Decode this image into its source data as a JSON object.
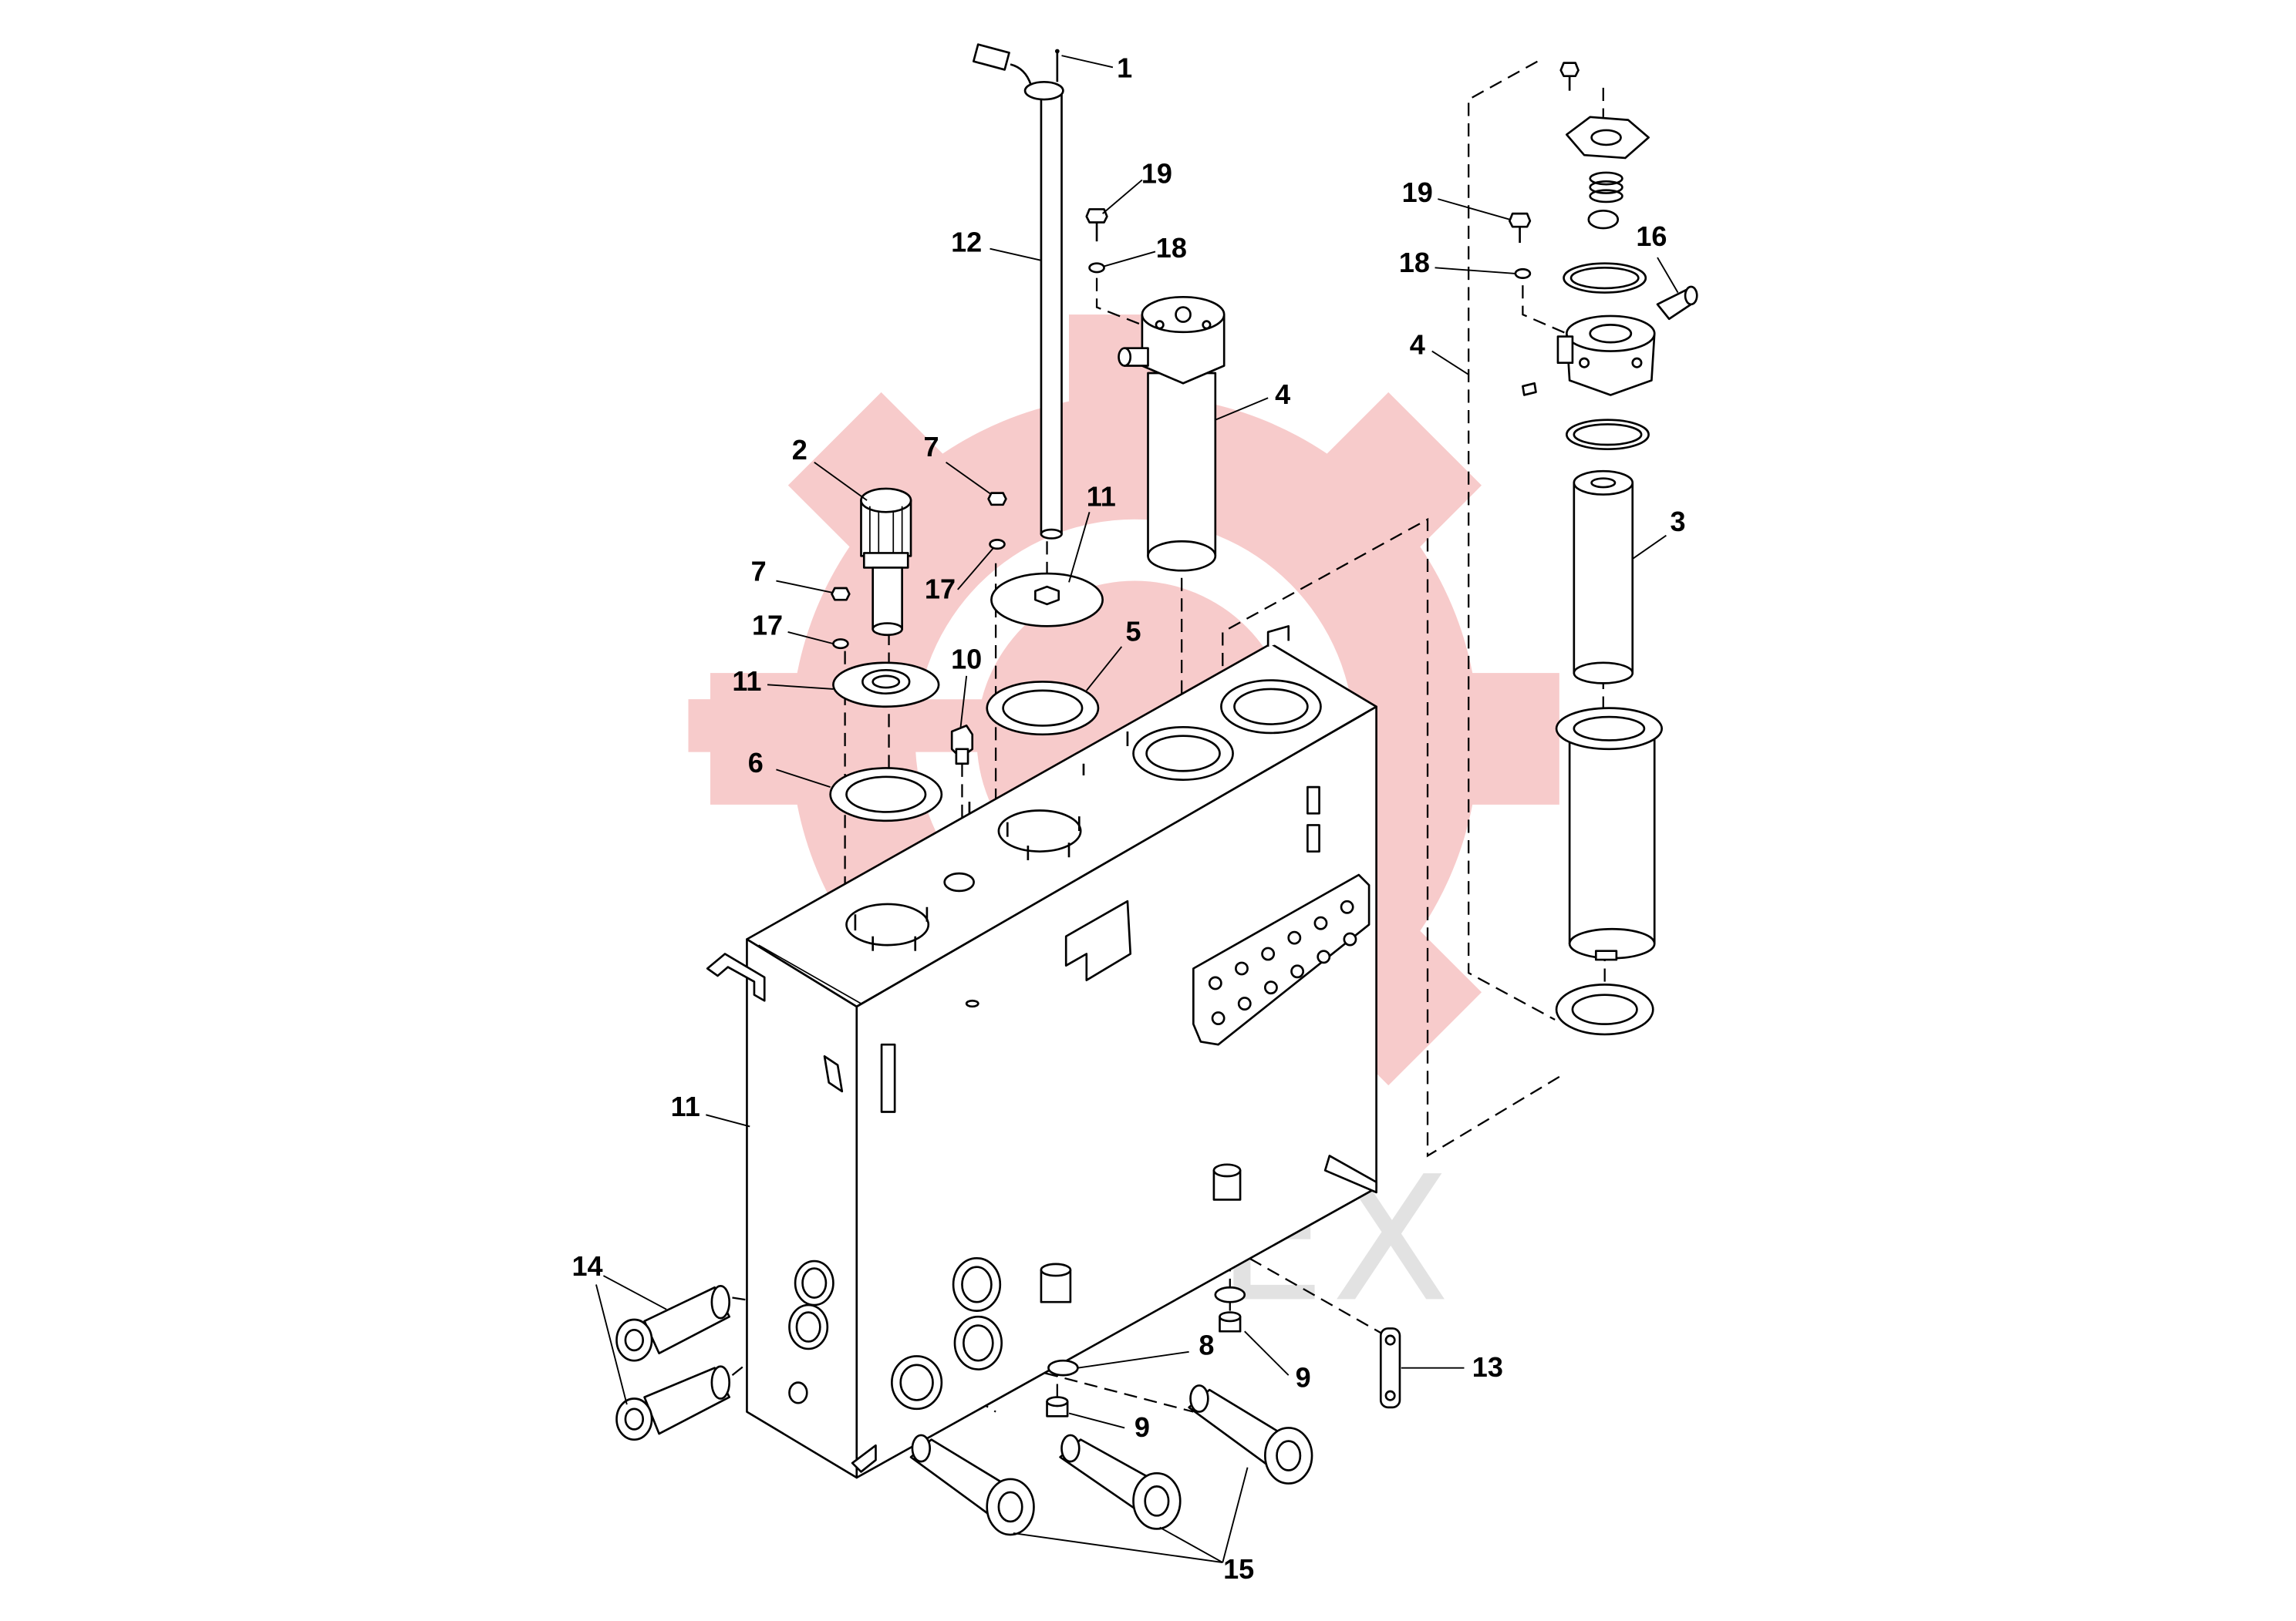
{
  "diagram": {
    "watermark": "ИНТЕХ"
  },
  "callouts": [
    "1",
    "19",
    "12",
    "18",
    "4",
    "2",
    "7",
    "11",
    "7",
    "17",
    "17",
    "11",
    "10",
    "5",
    "6",
    "19",
    "18",
    "16",
    "4",
    "3",
    "11",
    "14",
    "8",
    "9",
    "9",
    "13",
    "15"
  ],
  "colors": {
    "line": "#000000",
    "background": "#ffffff",
    "watermark_red": "#f6c3c3",
    "watermark_gray": "#dedede"
  }
}
